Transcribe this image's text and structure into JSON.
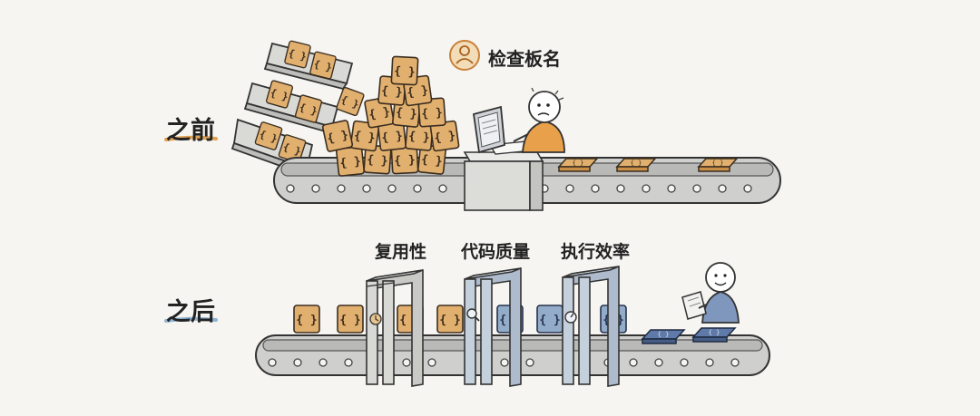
{
  "labels": {
    "before": "之前",
    "after": "之后",
    "reviewer": "检查板名"
  },
  "gates": [
    {
      "label": "复用性",
      "icon": "clock-icon"
    },
    {
      "label": "代码质量",
      "icon": "magnifier-icon"
    },
    {
      "label": "执行效率",
      "icon": "gauge-icon"
    }
  ],
  "block_glyph": "{ }",
  "colors": {
    "block_orange": "#e2b06e",
    "block_blue": "#93acc9",
    "underline_orange": "#e0a253",
    "underline_blue": "#8fb3d4",
    "person_orange": "#e8a04a",
    "person_blue": "#7f97bc"
  }
}
